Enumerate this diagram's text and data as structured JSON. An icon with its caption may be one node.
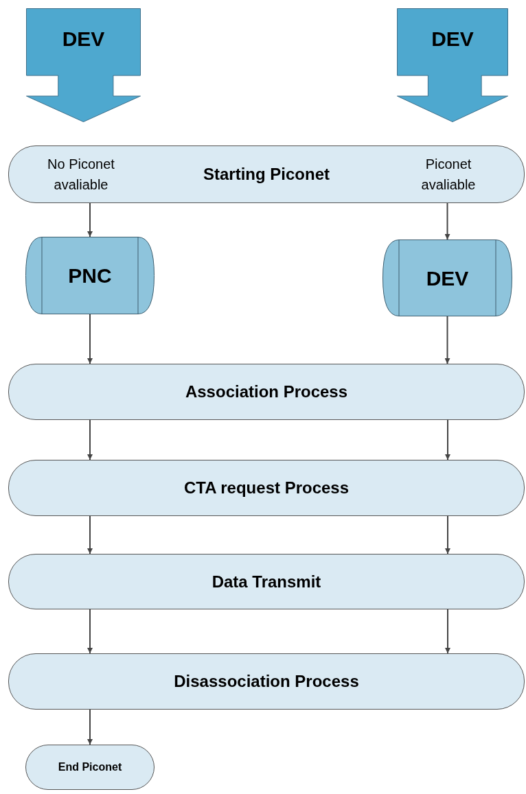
{
  "diagram": {
    "nodes": [
      {
        "text": [
          "DEV"
        ]
      },
      {
        "text": [
          "DEV"
        ]
      },
      {
        "text": [
          "No Piconet avaliable",
          "Starting Piconet",
          "Piconet avaliable"
        ]
      },
      {
        "text": [
          "PNC"
        ]
      },
      {
        "text": [
          "DEV"
        ]
      },
      {
        "text": [
          "Association Process"
        ]
      },
      {
        "text": [
          "CTA request Process"
        ]
      },
      {
        "text": [
          "Data Transmit"
        ]
      },
      {
        "text": [
          "Disassociation Process"
        ]
      },
      {
        "text": [
          "End Piconet"
        ]
      }
    ],
    "edges": [
      {
        "from": 2,
        "to": 3,
        "arrow": "to"
      },
      {
        "from": 2,
        "to": 4,
        "arrow": "to"
      },
      {
        "from": 3,
        "to": 5,
        "arrow": "to"
      },
      {
        "from": 4,
        "to": 5,
        "arrow": "to"
      },
      {
        "from": 5,
        "to": 6,
        "arrow": "to"
      },
      {
        "from": 5,
        "to": 6,
        "arrow": "to"
      },
      {
        "from": 6,
        "to": 7,
        "arrow": "to"
      },
      {
        "from": 6,
        "to": 7,
        "arrow": "to"
      },
      {
        "from": 7,
        "to": 8,
        "arrow": "to"
      },
      {
        "from": 7,
        "to": 8,
        "arrow": "to"
      },
      {
        "from": 8,
        "to": 9,
        "arrow": "to"
      }
    ]
  }
}
